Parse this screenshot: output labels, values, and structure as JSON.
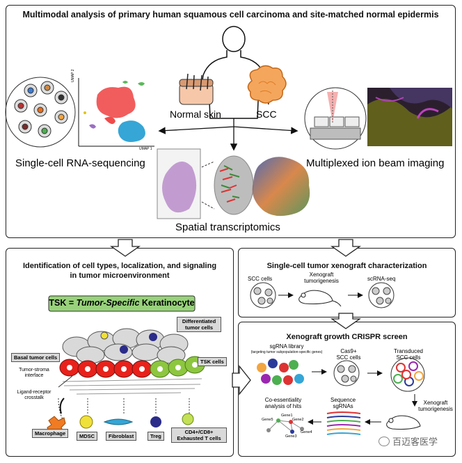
{
  "top": {
    "title": "Multimodal analysis of primary human squamous cell carcinoma and site-matched normal epidermis",
    "normal_skin": "Normal skin",
    "scc": "SCC",
    "scrnaseq": "Single-cell RNA-sequencing",
    "mibi": "Multiplexed ion beam imaging",
    "spatial": "Spatial transcriptomics",
    "umap_x": "UMAP 1",
    "umap_y": "UMAP 2"
  },
  "left": {
    "title_line1": "Identification of cell types, localization, and signaling",
    "title_line2": "in tumor microenvironment",
    "tsk_prefix": "TSK = ",
    "tsk_italic": "Tumor-Specific",
    "tsk_suffix": " Keratinocyte",
    "differentiated_line1": "Differentiated",
    "differentiated_line2": "tumor cells",
    "basal": "Basal tumor cells",
    "tsk_cells": "TSK cells",
    "interface_line1": "Tumor-stroma",
    "interface_line2": "interface",
    "crosstalk_line1": "Ligand-receptor",
    "crosstalk_line2": "crosstalk",
    "macrophage": "Macrophage",
    "mdsc": "MDSC",
    "fibroblast": "Fibroblast",
    "treg": "Treg",
    "exhausted_line1": "CD4+/CD8+",
    "exhausted_line2": "Exhausted T cells"
  },
  "xeno": {
    "title": "Single-cell tumor xenograft characterization",
    "scc_cells": "SCC cells",
    "xeno_line1": "Xenograft",
    "xeno_line2": "tumorigenesis",
    "scrnaseq": "scRNA-seq"
  },
  "crispr": {
    "title": "Xenograft growth CRISPR screen",
    "library_line1": "sgRNA library",
    "library_line2": "(targeting tumor subpopulation-specific genes)",
    "cas9_line1": "Cas9+",
    "cas9_line2": "SCC cells",
    "transduced_line1": "Transduced",
    "transduced_line2": "SCC cells",
    "xeno_line1": "Xenograft",
    "xeno_line2": "tumorigenesis",
    "sequence_line1": "Sequence",
    "sequence_line2": "sgRNAs",
    "coess_line1": "Co-essentiality",
    "coess_line2": "analysis of hits",
    "gene1": "Gene1",
    "gene2": "Gene2",
    "gene3": "Gene3",
    "gene4": "Gene4",
    "gene5": "Gene5"
  },
  "watermark": "百迈客医学",
  "colors": {
    "tsk_bg": "#98d27b",
    "basal_red": "#e8211b",
    "tsk_green": "#8dc63f",
    "gray_cell": "#d9d9d9",
    "umap_red": "#ef4b4b",
    "umap_blue": "#35a6d6"
  }
}
